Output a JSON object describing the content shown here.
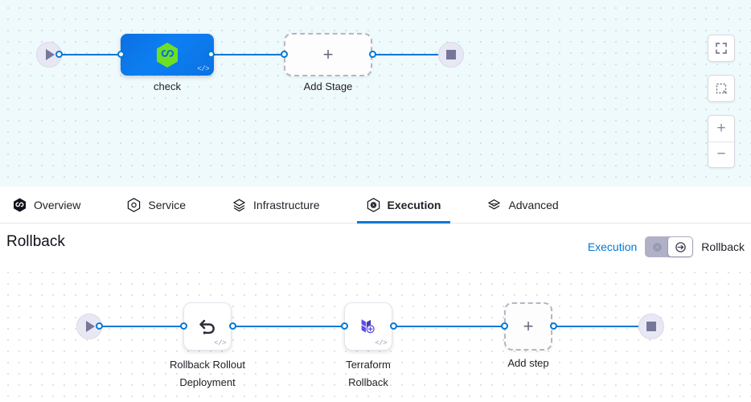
{
  "top_canvas": {
    "start_node": {
      "name": "pipeline-start",
      "icon": "play-icon"
    },
    "end_node": {
      "name": "pipeline-end",
      "icon": "stop-icon"
    },
    "stage": {
      "label": "check",
      "icon": "harness-hexagon-icon",
      "badge": "</>"
    },
    "add_stage": {
      "label": "Add Stage",
      "icon": "plus-icon"
    }
  },
  "controls": {
    "fullscreen": "fullscreen-icon",
    "select": "selection-box-icon",
    "zoom_in": "+",
    "zoom_out": "−"
  },
  "tabs": [
    {
      "label": "Overview",
      "icon": "harness-hexagon-icon",
      "active": false
    },
    {
      "label": "Service",
      "icon": "service-hexagon-icon",
      "active": false
    },
    {
      "label": "Infrastructure",
      "icon": "layers-diamond-icon",
      "active": false
    },
    {
      "label": "Execution",
      "icon": "execution-hexagon-icon",
      "active": true
    },
    {
      "label": "Advanced",
      "icon": "advanced-layers-icon",
      "active": false
    }
  ],
  "section": {
    "title": "Rollback",
    "toggle": {
      "left_label": "Execution",
      "right_label": "Rollback",
      "left_icon": "execution-icon",
      "right_icon": "rollback-arrow-icon",
      "selected": "Rollback"
    }
  },
  "bottom_canvas": {
    "start_node": {
      "name": "rollback-start",
      "icon": "play-icon"
    },
    "end_node": {
      "name": "rollback-end",
      "icon": "stop-icon"
    },
    "steps": [
      {
        "label_line1": "Rollback Rollout",
        "label_line2": "Deployment",
        "icon": "undo-arrow-icon",
        "badge": "</>"
      },
      {
        "label_line1": "Terraform",
        "label_line2": "Rollback",
        "icon": "terraform-icon",
        "badge": "</>"
      }
    ],
    "add_step": {
      "label": "Add step",
      "icon": "plus-icon"
    }
  },
  "colors": {
    "edge": "#0278d5",
    "accent": "#0278d5",
    "stage_blue": "#0d7ff2",
    "harness_green": "#5fe61e",
    "terraform_purple": "#5c4ee5",
    "terminal_fill": "#e8e8f4"
  }
}
